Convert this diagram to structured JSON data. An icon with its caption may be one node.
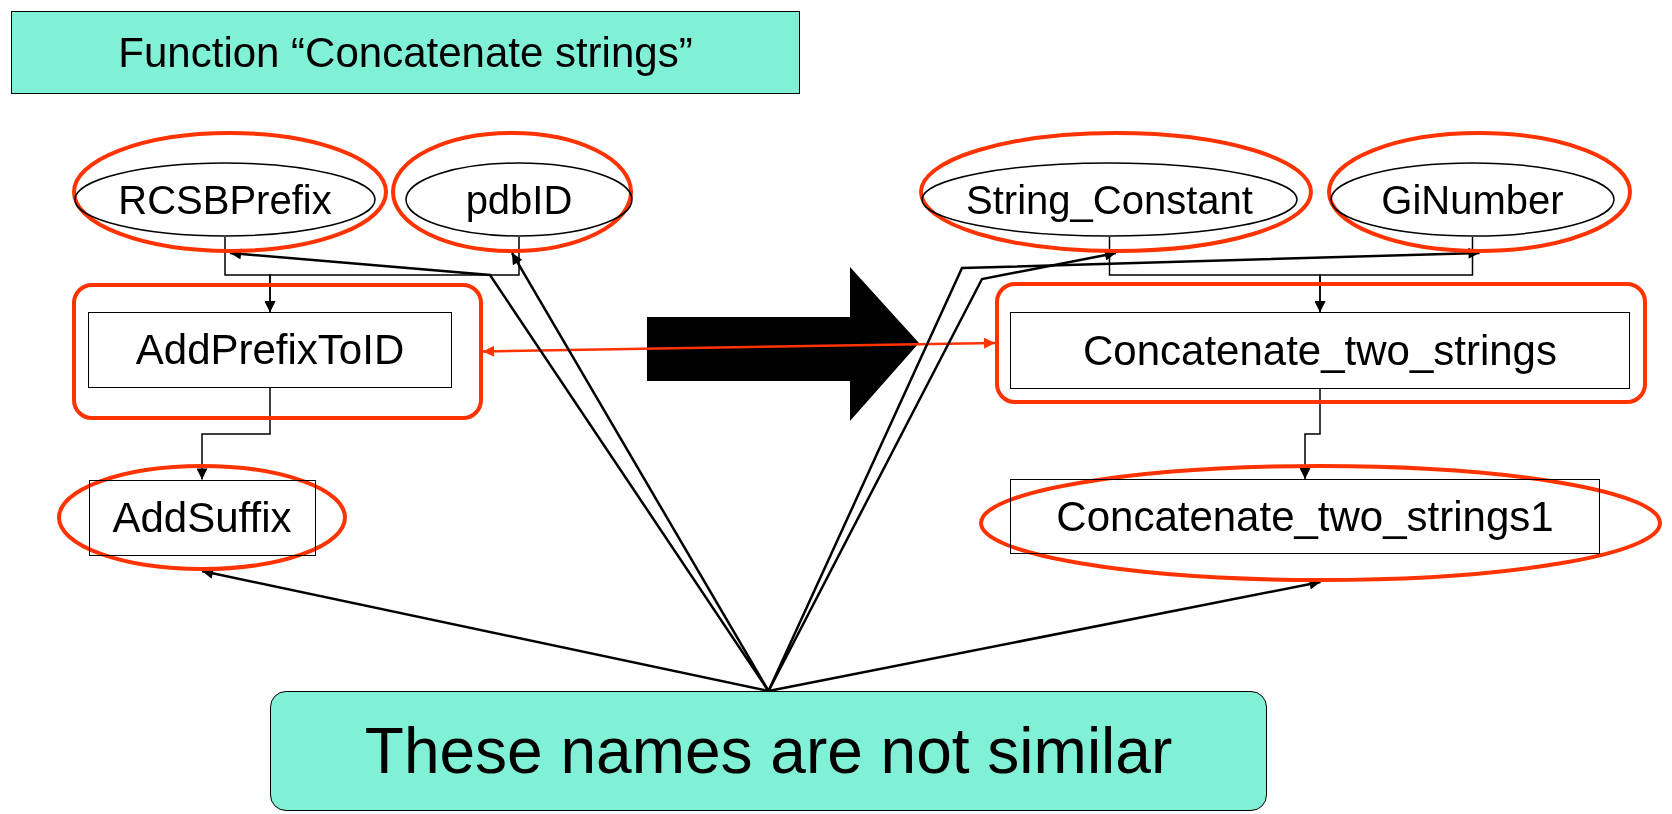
{
  "diagram": {
    "nodes": [
      {
        "text": [
          "Function “Concatenate strings”"
        ]
      },
      {
        "text": [],
        "shape": "circle"
      },
      {
        "text": [
          "RCSBPrefix"
        ],
        "in": 1
      },
      {
        "text": [],
        "shape": "circle"
      },
      {
        "text": [
          "pdbID"
        ],
        "in": 3
      },
      {
        "text": [],
        "shape": "circle"
      },
      {
        "text": [
          "String_Constant"
        ],
        "in": 5
      },
      {
        "text": [],
        "shape": "circle"
      },
      {
        "text": [
          "GiNumber"
        ],
        "in": 7
      },
      {
        "text": [],
        "shape": "box"
      },
      {
        "text": [
          "AddPrefixToID"
        ],
        "in": 9
      },
      {
        "text": [],
        "shape": "box"
      },
      {
        "text": [
          "Concatenate_two_strings"
        ],
        "in": 11
      },
      {
        "text": [],
        "shape": "circle"
      },
      {
        "text": [
          "AddSuffix"
        ],
        "in": 13
      },
      {
        "text": [],
        "shape": "circle"
      },
      {
        "text": [
          "Concatenate_two_strings1"
        ],
        "in": 15
      },
      {
        "text": [
          "These names are not similar"
        ]
      }
    ],
    "edges": [
      {
        "from": 2,
        "to": 10,
        "arrow": "to"
      },
      {
        "from": 4,
        "to": 10,
        "arrow": "to"
      },
      {
        "from": 10,
        "to": 14,
        "arrow": "to"
      },
      {
        "from": 6,
        "to": 12,
        "arrow": "to"
      },
      {
        "from": 8,
        "to": 12,
        "arrow": "to"
      },
      {
        "from": 12,
        "to": 16,
        "arrow": "to"
      },
      {
        "from": 9,
        "to": 11,
        "arrow": "both",
        "color": "#ff3300"
      },
      {
        "from": 17,
        "to": 13,
        "arrow": "to"
      },
      {
        "from": 17,
        "to": 1,
        "arrow": "to"
      },
      {
        "from": 17,
        "to": 3,
        "arrow": "to"
      },
      {
        "from": 17,
        "to": 5,
        "arrow": "to"
      },
      {
        "from": 17,
        "to": 7,
        "arrow": "to"
      },
      {
        "from": 17,
        "to": 15,
        "arrow": "to"
      }
    ]
  }
}
